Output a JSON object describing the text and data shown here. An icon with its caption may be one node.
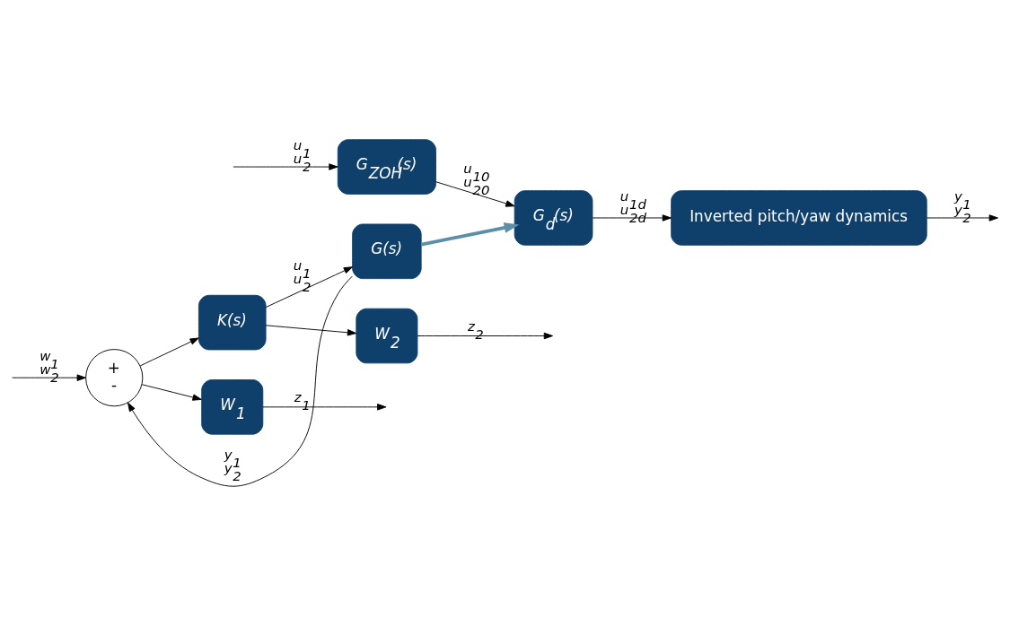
{
  "diagram": {
    "nodes": [
      {
        "text": [
          "W$_{1}$"
        ]
      },
      {
        "text": [
          "W$_{2}$"
        ]
      },
      {
        "text": [
          "+",
          "-"
        ]
      },
      {
        "text": [
          "K(s)"
        ]
      },
      {
        "text": [
          "G(s)"
        ]
      },
      {
        "text": [
          "G$_{ZOH}$(s)"
        ]
      },
      {
        "text": [
          "G$_{d}$(s)"
        ]
      },
      {
        "text": [
          "Inverted pitch/yaw dynamics"
        ]
      }
    ],
    "edges": [
      {
        "from": null,
        "to": 2,
        "arrow": "to",
        "label": "w$_{1}$ w$_{2}$"
      },
      {
        "from": 2,
        "to": 0,
        "arrow": "to"
      },
      {
        "from": 2,
        "to": 3,
        "arrow": "to"
      },
      {
        "from": 3,
        "to": 1,
        "arrow": "to"
      },
      {
        "from": 3,
        "to": 4,
        "arrow": "to",
        "label": "u$_{1}$ u$_{2}$"
      },
      {
        "from": 0,
        "to": null,
        "arrow": "to",
        "label": "z$_{1}$"
      },
      {
        "from": 1,
        "to": null,
        "arrow": "to",
        "label": "z$_{2}$"
      },
      {
        "from": 4,
        "to": 2,
        "arrow": "to",
        "label": "y$_{1}$ y$_{2}$"
      },
      {
        "from": 4,
        "to": 6,
        "arrow": "to",
        "style": "thick",
        "color": "#5b8fa8"
      },
      {
        "from": null,
        "to": 5,
        "arrow": "to",
        "label": "u$_{1}$ u$_{2}$"
      },
      {
        "from": 5,
        "to": 6,
        "arrow": "to",
        "label": "u$_{10}$ u$_{20}$"
      },
      {
        "from": 6,
        "to": 7,
        "arrow": "to",
        "label": "u$_{1d}$ u$_{2d}$"
      },
      {
        "from": 7,
        "to": null,
        "arrow": "to",
        "label": "y$_{1}$ y$_{2}$"
      }
    ]
  }
}
